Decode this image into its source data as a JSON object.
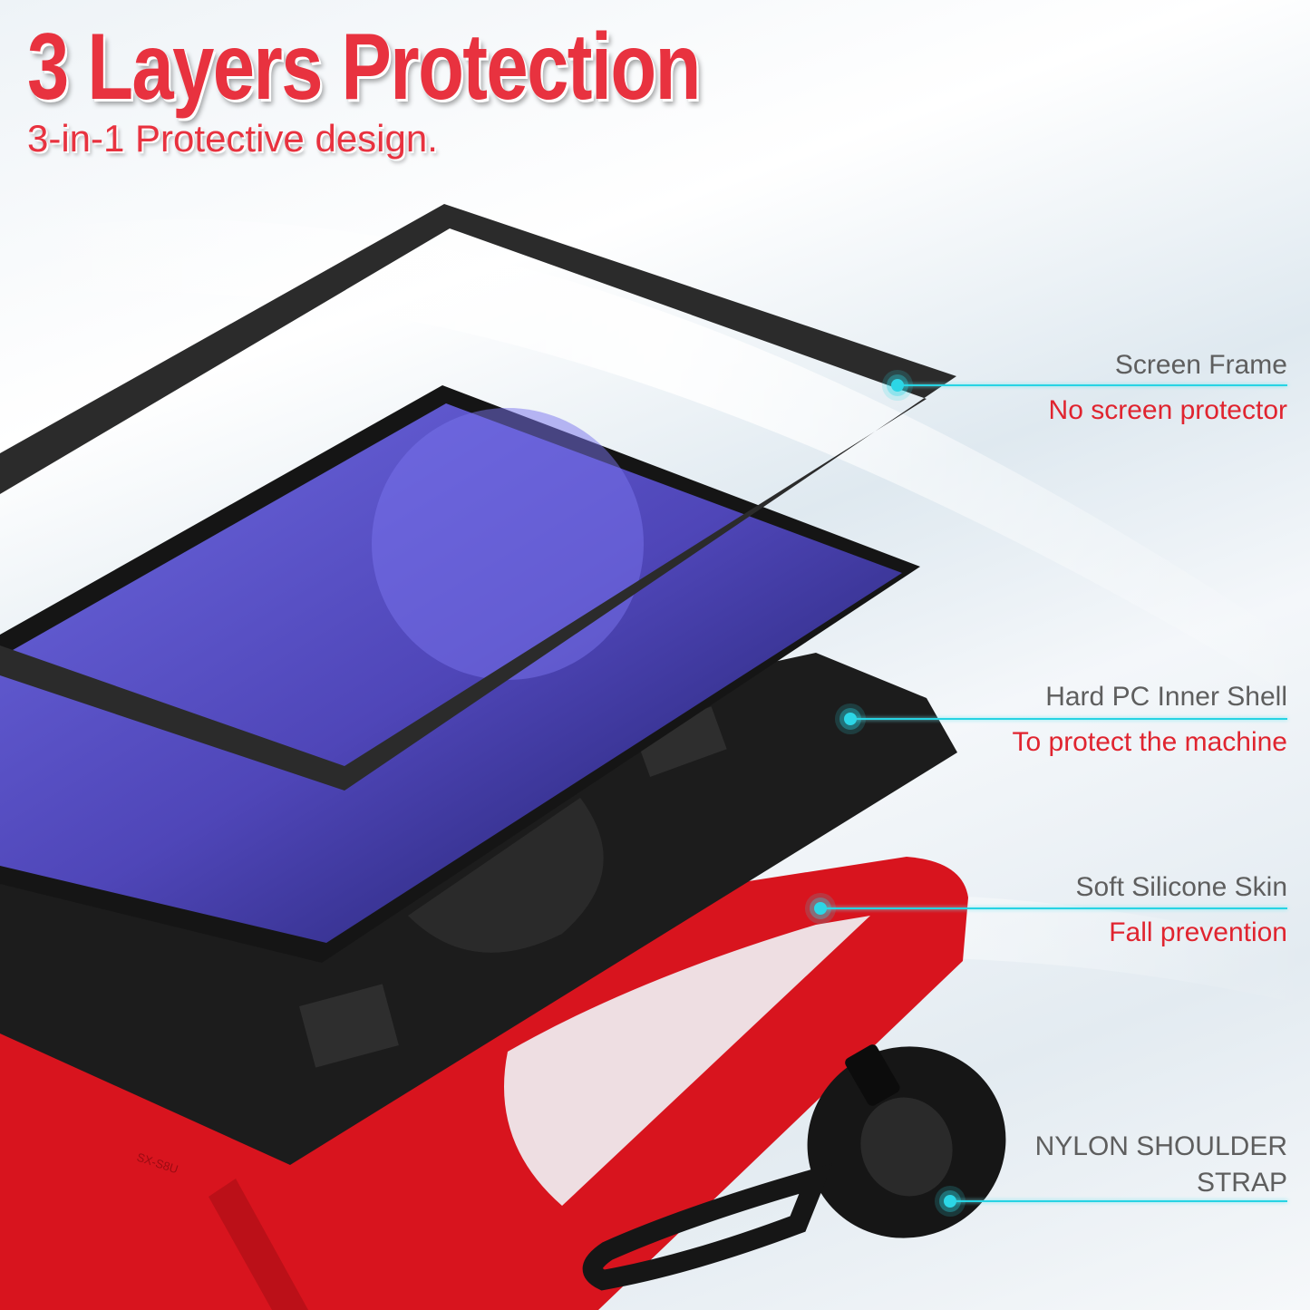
{
  "headline": {
    "title": "3 Layers Protection",
    "subtitle": "3-in-1 Protective design."
  },
  "callouts": [
    {
      "name": "Screen Frame",
      "description": "No screen protector"
    },
    {
      "name": "Hard PC Inner Shell",
      "description": "To protect the machine"
    },
    {
      "name": "Soft Silicone Skin",
      "description": "Fall prevention"
    },
    {
      "name_line1": "NYLON SHOULDER",
      "name_line2": "STRAP"
    }
  ],
  "product": {
    "model_mark": "SX-S8U"
  },
  "colors": {
    "accent_red": "#e8323f",
    "callout_cyan": "#27d3e3",
    "label_gray": "#5e5e5e",
    "skin_red": "#d8141e",
    "shell_black": "#1c1c1c"
  }
}
